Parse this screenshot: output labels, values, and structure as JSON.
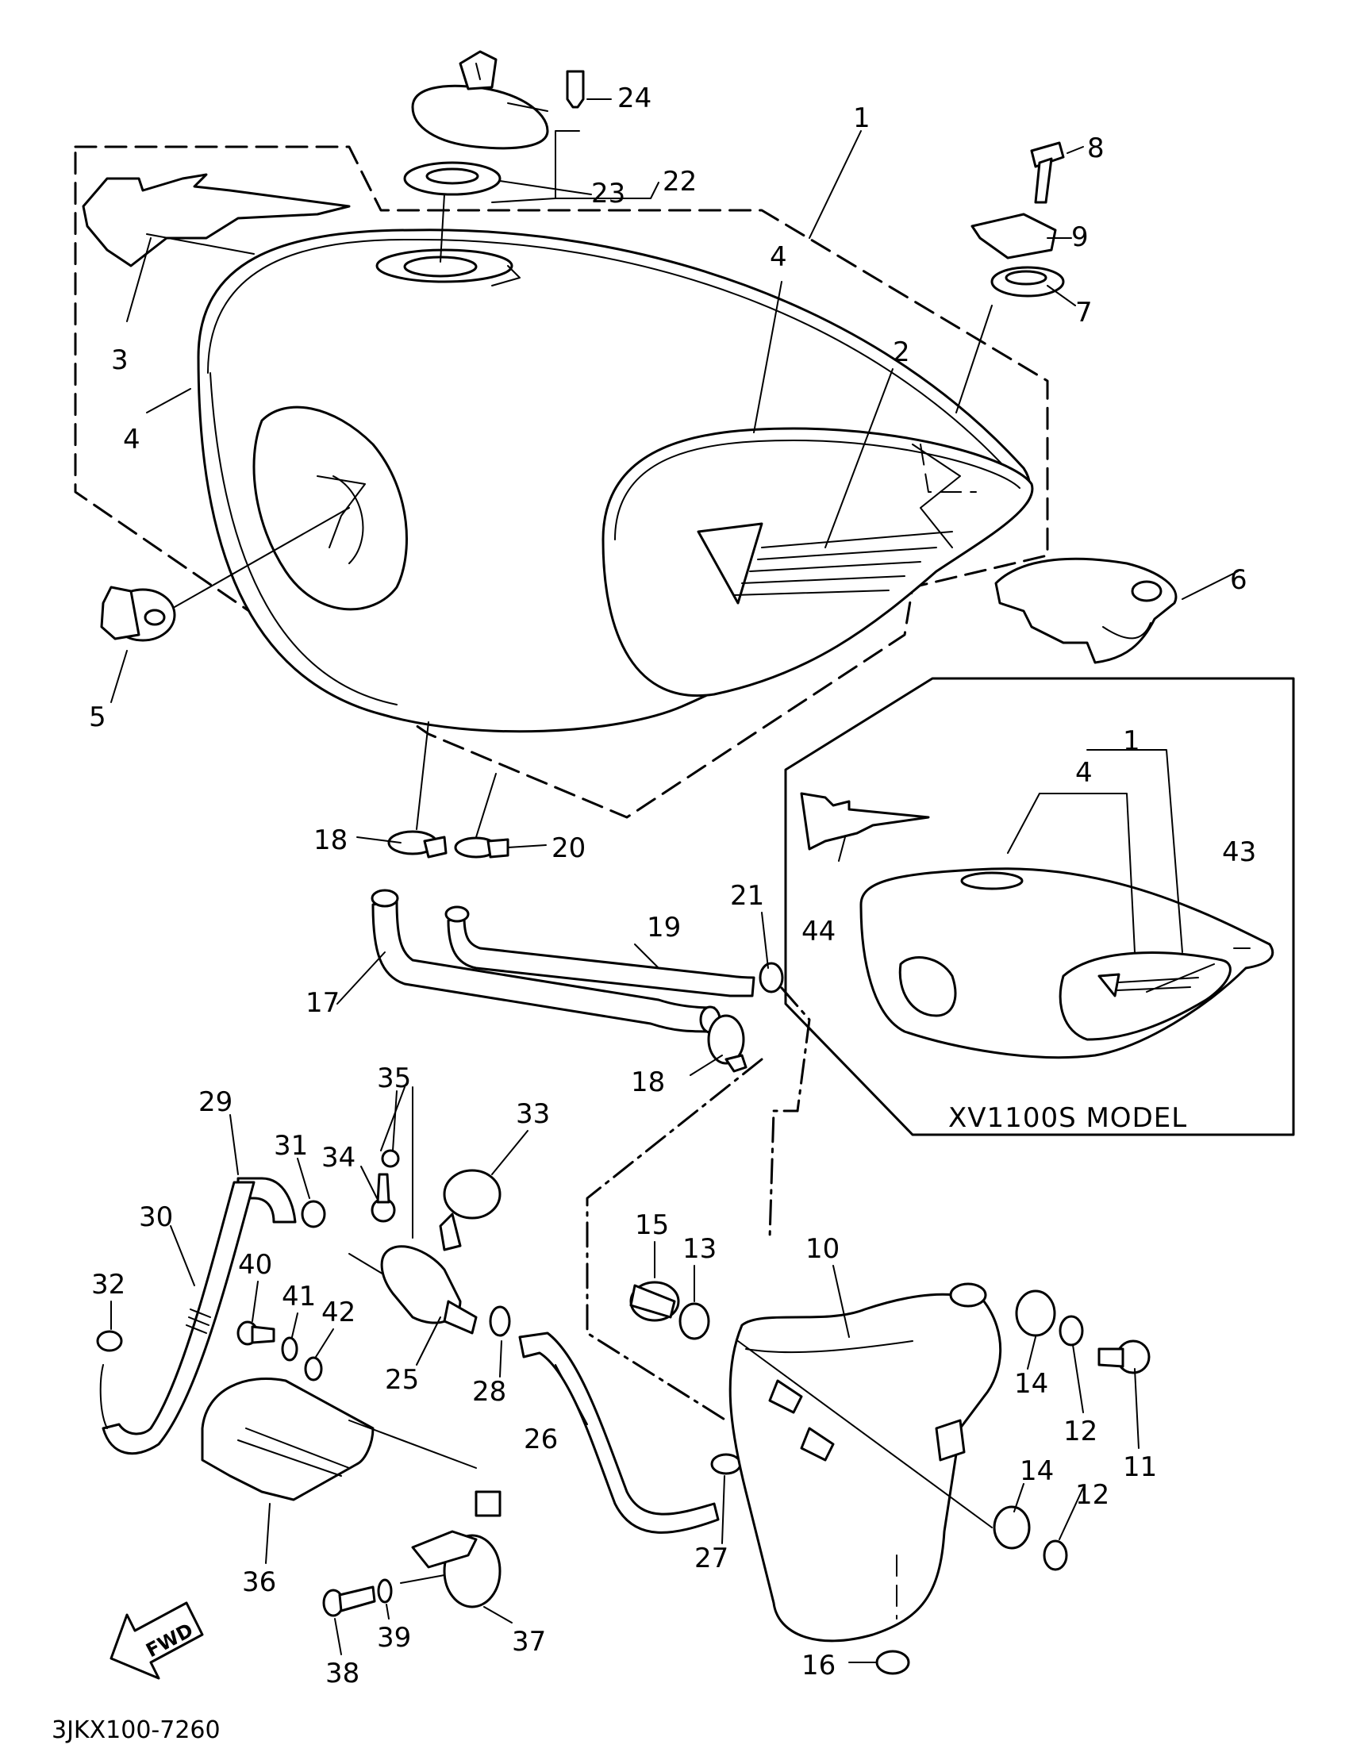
{
  "diagram": {
    "drawing_code": "3JKX100-7260",
    "inset_caption": "XV1100S MODEL",
    "direction_label": "FWD",
    "callouts": [
      {
        "id": "c1a",
        "label": "1"
      },
      {
        "id": "c2",
        "label": "2"
      },
      {
        "id": "c3",
        "label": "3"
      },
      {
        "id": "c4a",
        "label": "4"
      },
      {
        "id": "c4b",
        "label": "4"
      },
      {
        "id": "c5",
        "label": "5"
      },
      {
        "id": "c6",
        "label": "6"
      },
      {
        "id": "c7",
        "label": "7"
      },
      {
        "id": "c8",
        "label": "8"
      },
      {
        "id": "c9",
        "label": "9"
      },
      {
        "id": "c10",
        "label": "10"
      },
      {
        "id": "c11",
        "label": "11"
      },
      {
        "id": "c12a",
        "label": "12"
      },
      {
        "id": "c12b",
        "label": "12"
      },
      {
        "id": "c13",
        "label": "13"
      },
      {
        "id": "c14a",
        "label": "14"
      },
      {
        "id": "c14b",
        "label": "14"
      },
      {
        "id": "c15",
        "label": "15"
      },
      {
        "id": "c16",
        "label": "16"
      },
      {
        "id": "c17",
        "label": "17"
      },
      {
        "id": "c18a",
        "label": "18"
      },
      {
        "id": "c18b",
        "label": "18"
      },
      {
        "id": "c19",
        "label": "19"
      },
      {
        "id": "c20",
        "label": "20"
      },
      {
        "id": "c21",
        "label": "21"
      },
      {
        "id": "c22",
        "label": "22"
      },
      {
        "id": "c23",
        "label": "23"
      },
      {
        "id": "c24",
        "label": "24"
      },
      {
        "id": "c25",
        "label": "25"
      },
      {
        "id": "c26",
        "label": "26"
      },
      {
        "id": "c27",
        "label": "27"
      },
      {
        "id": "c28",
        "label": "28"
      },
      {
        "id": "c29",
        "label": "29"
      },
      {
        "id": "c30",
        "label": "30"
      },
      {
        "id": "c31",
        "label": "31"
      },
      {
        "id": "c32",
        "label": "32"
      },
      {
        "id": "c33",
        "label": "33"
      },
      {
        "id": "c34",
        "label": "34"
      },
      {
        "id": "c35",
        "label": "35"
      },
      {
        "id": "c36",
        "label": "36"
      },
      {
        "id": "c37",
        "label": "37"
      },
      {
        "id": "c38",
        "label": "38"
      },
      {
        "id": "c39",
        "label": "39"
      },
      {
        "id": "c40",
        "label": "40"
      },
      {
        "id": "c41",
        "label": "41"
      },
      {
        "id": "c42",
        "label": "42"
      },
      {
        "id": "c1b",
        "label": "1"
      },
      {
        "id": "c4c",
        "label": "4"
      },
      {
        "id": "c43",
        "label": "43"
      },
      {
        "id": "c44",
        "label": "44"
      }
    ]
  }
}
